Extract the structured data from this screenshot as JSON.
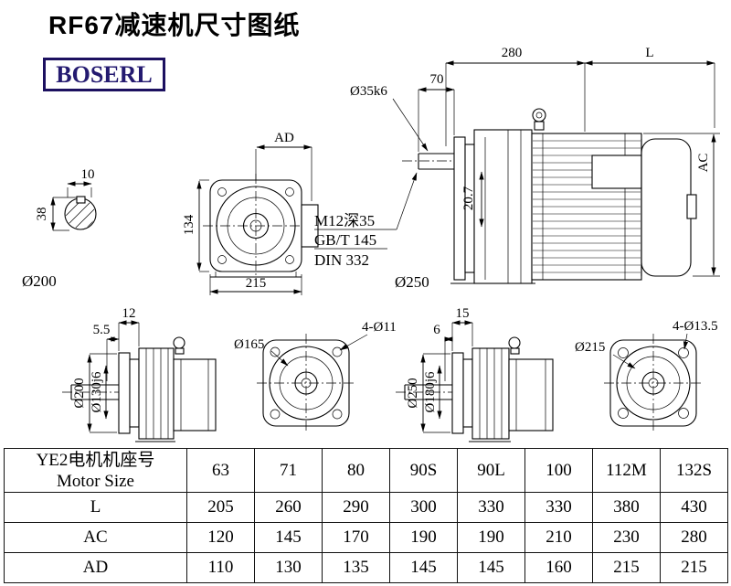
{
  "title": "RF67减速机尺寸图纸",
  "logo": "BOSERL",
  "drawings": {
    "shaft_section": {
      "dim_top": "10",
      "dim_left": "38",
      "label_dia": "Ø200"
    },
    "front_view": {
      "dim_top": "AD",
      "dim_left": "134",
      "dim_bottom": "215"
    },
    "assembly": {
      "dim_top_left": "280",
      "dim_top_right": "L",
      "dim_70": "70",
      "shaft_dia": "Ø35k6",
      "note_line1": "M12深35",
      "note_line2": "GB/T 145",
      "note_line3": "DIN 332",
      "dim_inner": "20.7",
      "dim_right": "AC",
      "label_dia": "Ø250"
    },
    "side_view_left": {
      "dim_1": "12",
      "dim_2": "5.5",
      "dia_outer": "Ø200",
      "dia_spigot": "Ø130j6"
    },
    "flange_left": {
      "holes": "4-Ø11",
      "bolt_circle": "Ø165"
    },
    "side_view_right": {
      "dim_1": "15",
      "dim_2": "6",
      "dia_outer": "Ø250",
      "dia_spigot": "Ø180j6"
    },
    "flange_right": {
      "holes": "4-Ø13.5",
      "bolt_circle": "Ø215"
    }
  },
  "table": {
    "header_line1": "YE2电机机座号",
    "header_line2": "Motor Size",
    "columns": [
      "63",
      "71",
      "80",
      "90S",
      "90L",
      "100",
      "112M",
      "132S"
    ],
    "rows": [
      {
        "label": "L",
        "values": [
          "205",
          "260",
          "290",
          "300",
          "330",
          "330",
          "380",
          "430"
        ]
      },
      {
        "label": "AC",
        "values": [
          "120",
          "145",
          "170",
          "190",
          "190",
          "210",
          "230",
          "280"
        ]
      },
      {
        "label": "AD",
        "values": [
          "110",
          "130",
          "135",
          "145",
          "145",
          "160",
          "215",
          "215"
        ]
      }
    ]
  }
}
